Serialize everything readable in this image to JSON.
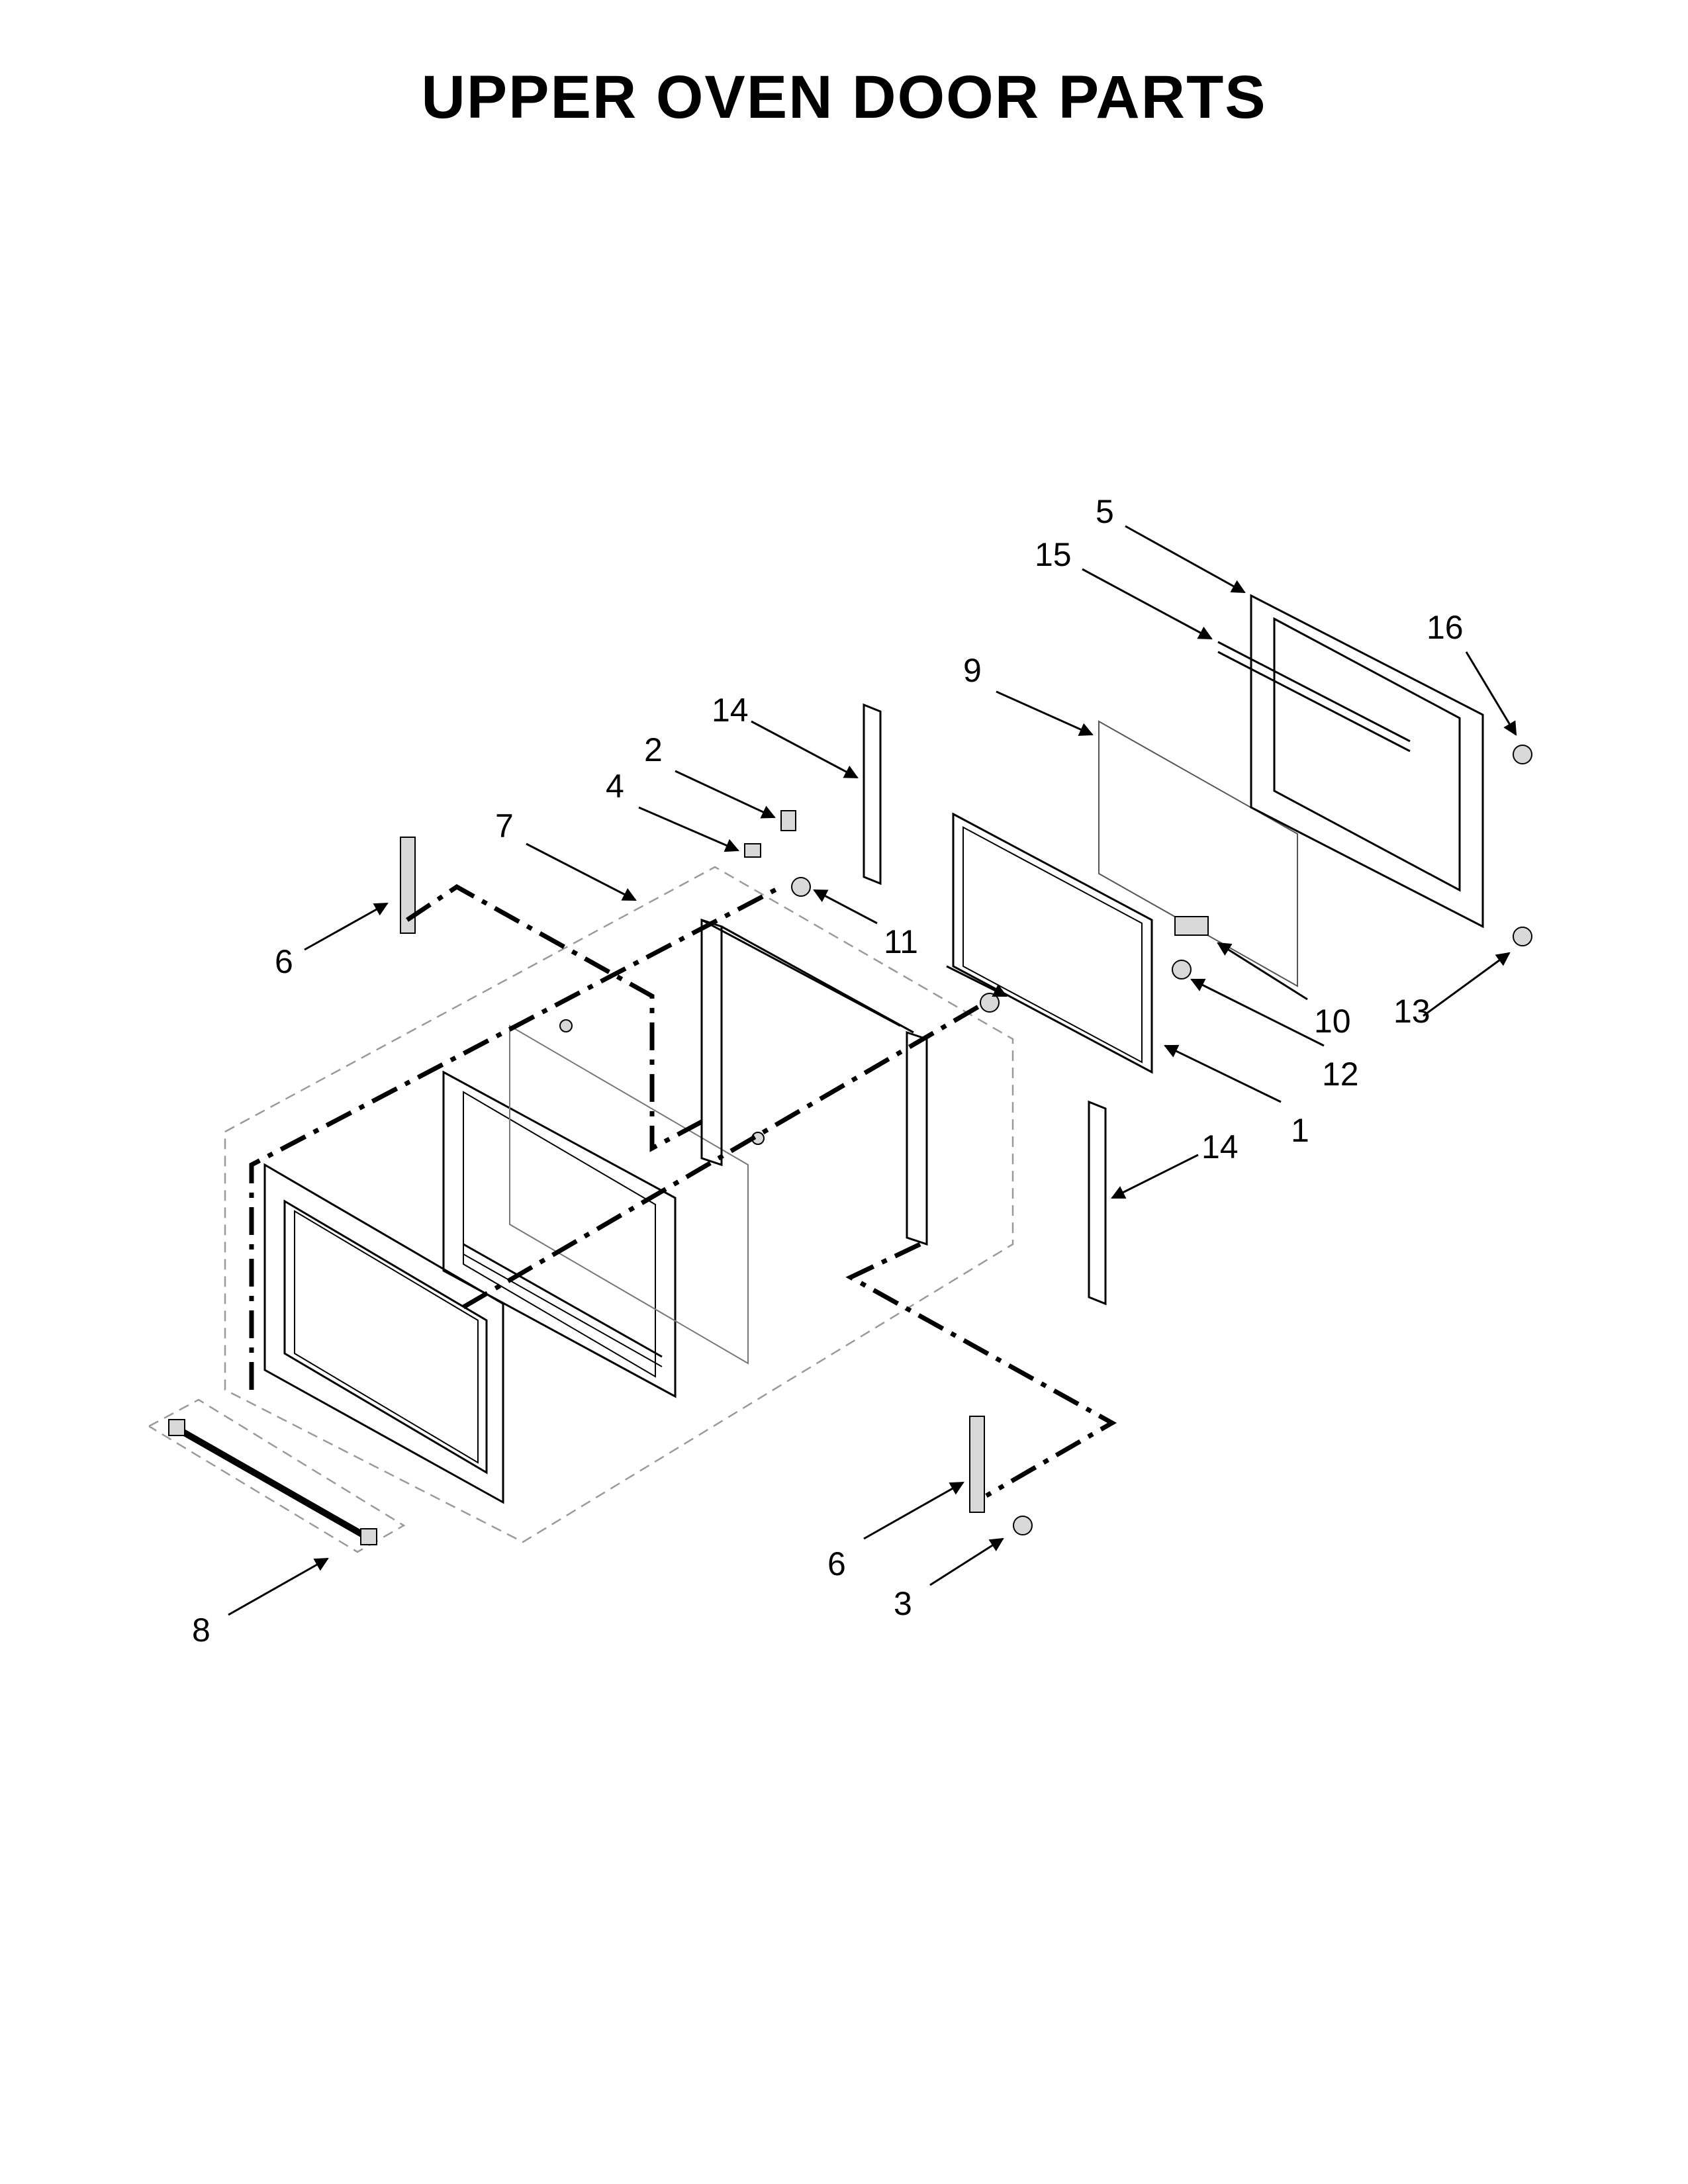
{
  "title": "UPPER OVEN DOOR PARTS",
  "callouts": {
    "c1": "1",
    "c2": "2",
    "c3": "3",
    "c4": "4",
    "c5": "5",
    "c6a": "6",
    "c6b": "6",
    "c7": "7",
    "c8": "8",
    "c9": "9",
    "c10": "10",
    "c11": "11",
    "c12": "12",
    "c13": "13",
    "c14a": "14",
    "c14b": "14",
    "c15": "15",
    "c16": "16"
  }
}
